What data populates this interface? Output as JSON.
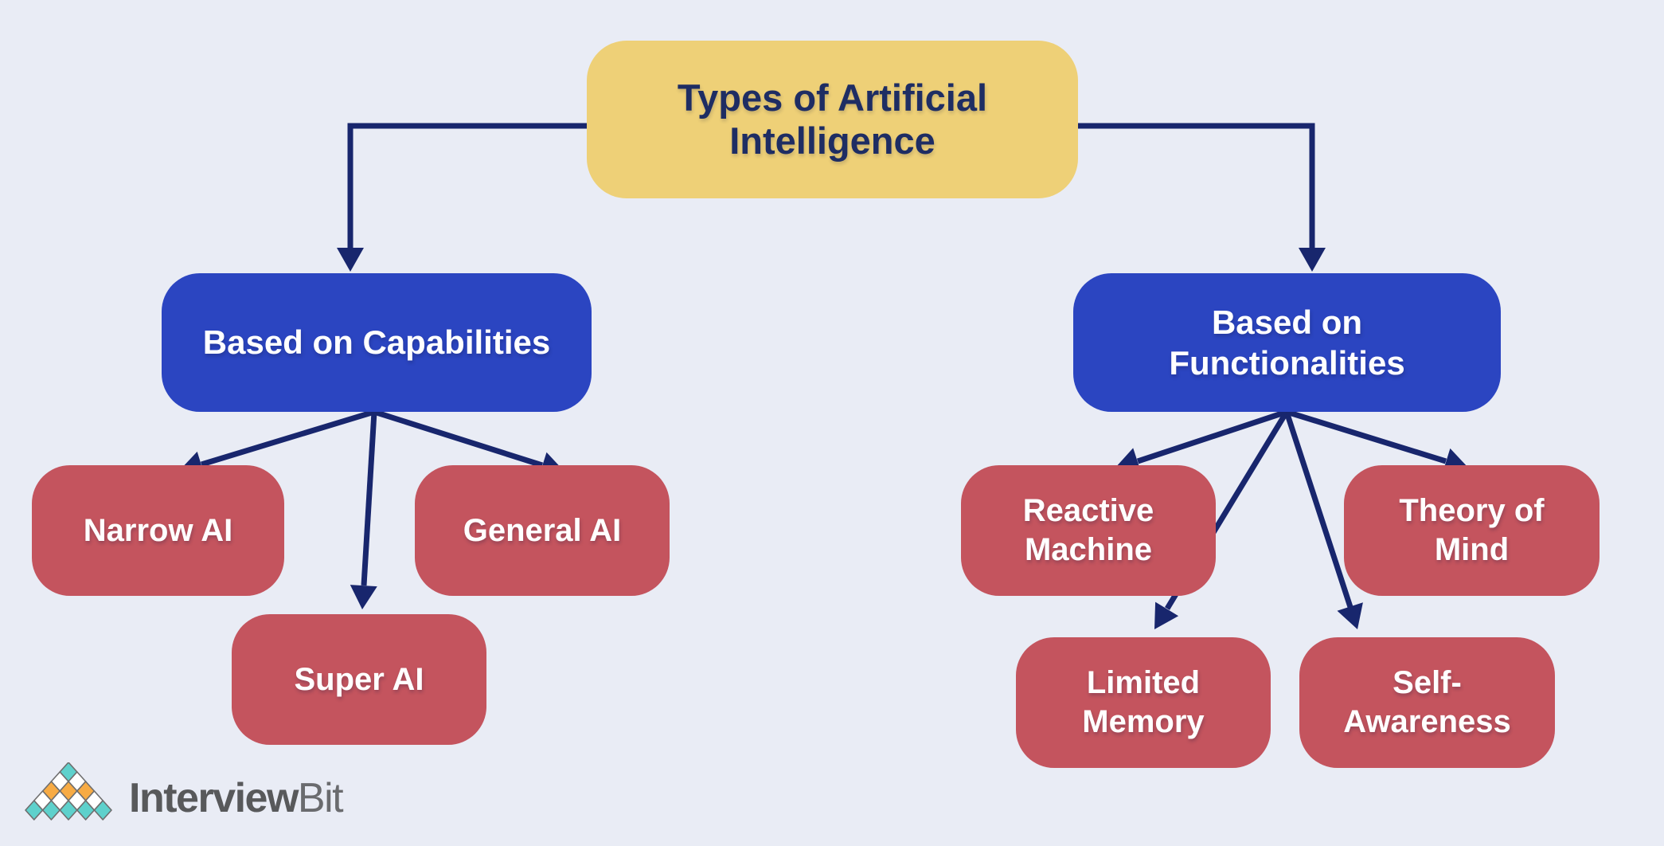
{
  "palette": {
    "bg": "#e9ecf5",
    "yellow": "#eed077",
    "blue": "#2b45c1",
    "red": "#c4545e",
    "navy": "#18266d",
    "title_ink": "#1e2d63",
    "node_text": "#ffffff",
    "logo_gray_bold": "#58595b",
    "logo_gray_light": "#6a6b6e",
    "teal": "#5ed1cc",
    "orange": "#f7ab44",
    "diamond_white": "#ffffff",
    "diamond_border": "#6e6e6e"
  },
  "nodes": {
    "root": "Types of Artificial\nIntelligence",
    "capabilities": "Based on Capabilities",
    "functionalities": "Based on\nFunctionalities",
    "narrow_ai": "Narrow AI",
    "general_ai": "General AI",
    "super_ai": "Super AI",
    "reactive_machine": "Reactive\nMachine",
    "theory_of_mind": "Theory of\nMind",
    "limited_memory": "Limited\nMemory",
    "self_awareness": "Self-\nAwareness"
  },
  "edges": [
    {
      "from": "root",
      "to": "capabilities"
    },
    {
      "from": "root",
      "to": "functionalities"
    },
    {
      "from": "capabilities",
      "to": "narrow_ai"
    },
    {
      "from": "capabilities",
      "to": "super_ai"
    },
    {
      "from": "capabilities",
      "to": "general_ai"
    },
    {
      "from": "functionalities",
      "to": "reactive_machine"
    },
    {
      "from": "functionalities",
      "to": "limited_memory"
    },
    {
      "from": "functionalities",
      "to": "self_awareness"
    },
    {
      "from": "functionalities",
      "to": "theory_of_mind"
    }
  ],
  "logo": {
    "brand_bold": "Interview",
    "brand_light": "Bit",
    "pyramid_rows": [
      [
        "teal"
      ],
      [
        "white",
        "white"
      ],
      [
        "orange",
        "orange",
        "orange"
      ],
      [
        "white",
        "white",
        "white",
        "white"
      ],
      [
        "teal",
        "teal",
        "teal",
        "teal",
        "teal"
      ]
    ]
  }
}
